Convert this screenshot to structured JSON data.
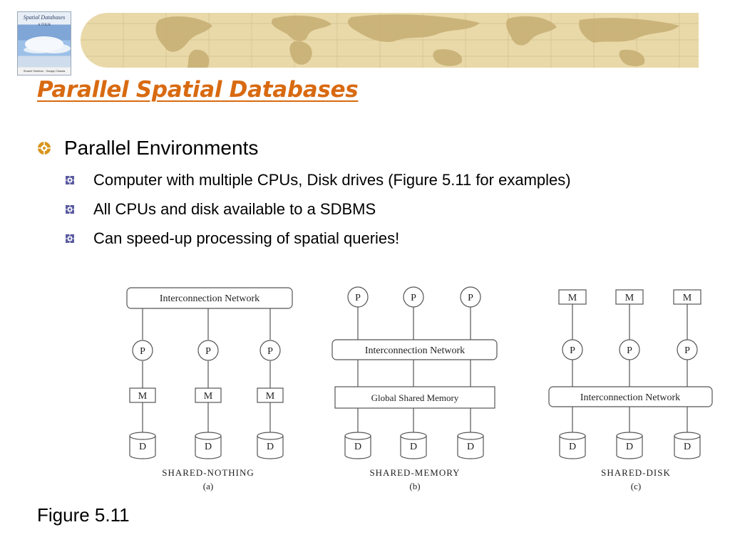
{
  "header": {
    "book": {
      "title_line1": "Spatial Databases",
      "title_line2": "A TOUR",
      "authors": "Shashi Shekhar · Sanjay Chawla"
    },
    "banner": "world-map-banner"
  },
  "title": "Parallel Spatial Databases",
  "bullets": {
    "level1": "Parallel Environments",
    "level2": [
      "Computer with multiple CPUs, Disk drives (Figure 5.11 for examples)",
      "All CPUs and disk available to a SDBMS",
      "Can speed-up processing of spatial queries!"
    ]
  },
  "diagram": {
    "node_labels": {
      "processor": "P",
      "memory": "M",
      "disk": "D"
    },
    "panels": [
      {
        "id": "a",
        "caption": "SHARED-NOTHING",
        "sub": "(a)",
        "network": "Interconnection Network"
      },
      {
        "id": "b",
        "caption": "SHARED-MEMORY",
        "sub": "(b)",
        "network": "Interconnection Network",
        "shared_memory": "Global Shared Memory"
      },
      {
        "id": "c",
        "caption": "SHARED-DISK",
        "sub": "(c)",
        "network": "Interconnection Network"
      }
    ]
  },
  "figure_caption": "Figure 5.11",
  "colors": {
    "title": "#d86a11",
    "bullet1": "#d8951c",
    "bullet2": "#5a5aa0",
    "map": "#e9d9a9"
  }
}
